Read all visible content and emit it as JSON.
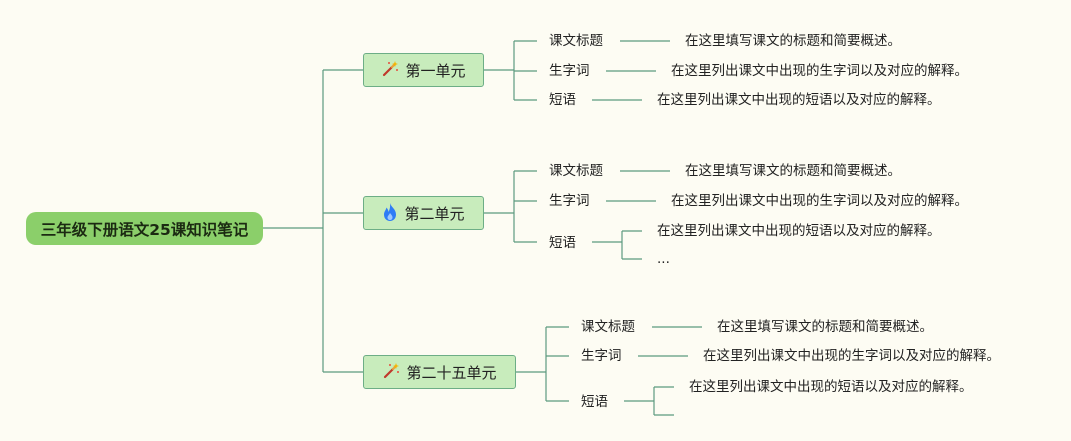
{
  "root": {
    "title": "三年级下册语文25课知识笔记"
  },
  "colors": {
    "line": "#5d9a7f",
    "root_bg": "#8bcf6a",
    "unit_bg": "#c8ecbc",
    "background": "#fdfcf3"
  },
  "units": [
    {
      "title": "第一单元",
      "icon": "magic-wand-icon",
      "items": [
        {
          "label": "课文标题",
          "desc": "在这里填写课文的标题和简要概述。"
        },
        {
          "label": "生字词",
          "desc": "在这里列出课文中出现的生字词以及对应的解释。"
        },
        {
          "label": "短语",
          "desc": "在这里列出课文中出现的短语以及对应的解释。"
        }
      ]
    },
    {
      "title": "第二单元",
      "icon": "flame-icon",
      "items": [
        {
          "label": "课文标题",
          "desc": "在这里填写课文的标题和简要概述。"
        },
        {
          "label": "生字词",
          "desc": "在这里列出课文中出现的生字词以及对应的解释。"
        },
        {
          "label": "短语",
          "desc": "在这里列出课文中出现的短语以及对应的解释。",
          "extra": "..."
        }
      ]
    },
    {
      "title": "第二十五单元",
      "icon": "magic-wand-icon",
      "items": [
        {
          "label": "课文标题",
          "desc": "在这里填写课文的标题和简要概述。"
        },
        {
          "label": "生字词",
          "desc": "在这里列出课文中出现的生字词以及对应的解释。"
        },
        {
          "label": "短语",
          "desc": "在这里列出课文中出现的短语以及对应的解释。",
          "extra": ""
        }
      ]
    }
  ]
}
